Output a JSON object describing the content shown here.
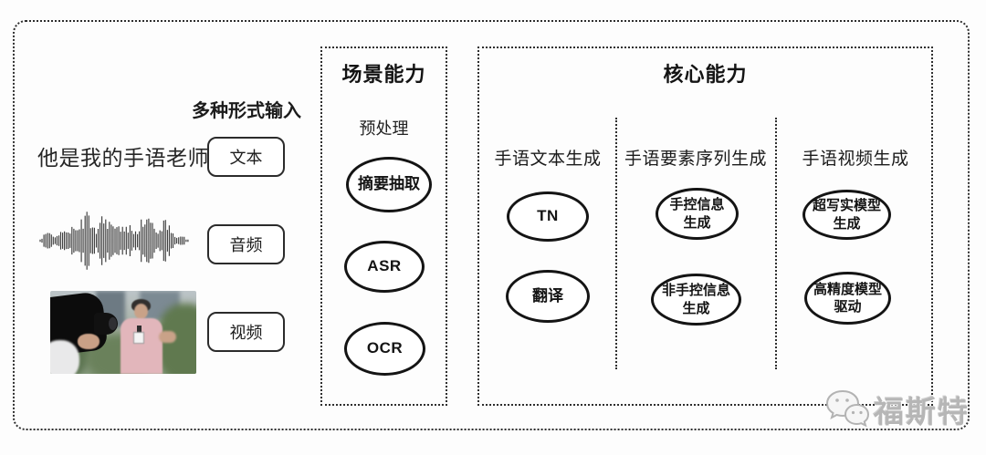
{
  "colors": {
    "line": "#2e2e2e",
    "node_stroke": "#141414",
    "text": "#1f1f1f",
    "watermark_gray": "#b6b6b6",
    "background": "#fdfdfd"
  },
  "input_section": {
    "label": "多种形式输入",
    "sample_text": "他是我的手语老师",
    "items": [
      {
        "label": "文本"
      },
      {
        "label": "音频"
      },
      {
        "label": "视频"
      }
    ],
    "media": [
      {
        "icon": "audio-waveform"
      },
      {
        "icon": "reporter-video-photo"
      }
    ]
  },
  "scene_box": {
    "title": "场景能力",
    "subtitle": "预处理",
    "nodes": [
      {
        "label": "摘要抽取"
      },
      {
        "label": "ASR"
      },
      {
        "label": "OCR"
      }
    ]
  },
  "core_box": {
    "title": "核心能力",
    "columns": [
      {
        "header": "手语文本生成",
        "nodes": [
          {
            "label": "TN"
          },
          {
            "label": "翻译"
          }
        ]
      },
      {
        "header": "手语要素序列生成",
        "nodes": [
          {
            "label": "手控信息\n生成"
          },
          {
            "label": "非手控信息\n生成"
          }
        ]
      },
      {
        "header": "手语视频生成",
        "nodes": [
          {
            "label": "超写实模型\n生成"
          },
          {
            "label": "高精度模型\n驱动"
          }
        ]
      }
    ]
  },
  "watermark": {
    "icon": "wechat-chat-bubbles-icon",
    "text": "福斯特"
  }
}
